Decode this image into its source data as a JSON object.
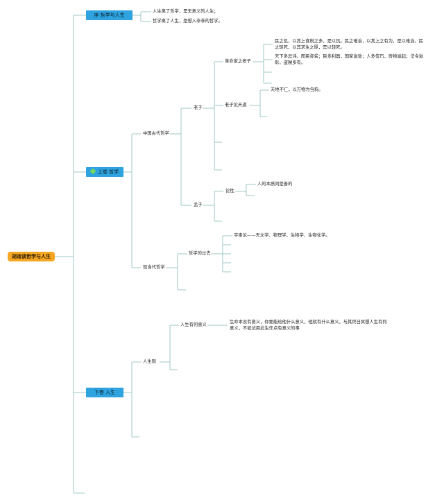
{
  "root": {
    "label": "胡适谈哲学与人生"
  },
  "preface": {
    "label": "序 哲学与人生",
    "items": [
      "人生离了哲学，是无意义的人生；",
      "哲学离了人生，是想入非非的哲学。"
    ]
  },
  "volume1": {
    "label": "上卷 哲学",
    "icon": "diamond-icon",
    "ancient": {
      "label": "中国古代哲学",
      "laozi": {
        "label": "老子",
        "revolutionary": {
          "label": "革命家之老子",
          "quote1": "民之饥，以其上食税之多，是以饥。民之难治，以其上之有为，是以难治。民之轻死，以其求生之厚，是以轻死。",
          "quote2": "天下多忌讳，而民弥贫；民多利器，国家滋昏；人多伎巧，奇物滋起；法令滋彰，盗贼多有。"
        },
        "heaven": {
          "label": "老子论天道",
          "quote": "天地不仁，以万物为刍狗。"
        }
      },
      "mencius": {
        "label": "孟子",
        "nature": {
          "label": "论性",
          "quote": "人的本质同是善的"
        }
      }
    },
    "modern": {
      "label": "现当代哲学",
      "past": {
        "label": "哲学的过去",
        "cosmology": "宇宙论——天文学、物理学、生物学、生物化学。"
      }
    }
  },
  "volume2": {
    "label": "下卷 人生",
    "outlook": {
      "label": "人生观",
      "meaning": {
        "label": "人生有何意义",
        "text": "生命本没有意义，你要能给他什么意义，他就有什么意义。与其终日冥想人生有何意义，不如试用此生作点有意义的事"
      }
    }
  },
  "colors": {
    "root_bg": "#f5a623",
    "branch_bg": "#2ea3df",
    "connector": "#9fc9c4",
    "gem": "#7cd65b"
  }
}
